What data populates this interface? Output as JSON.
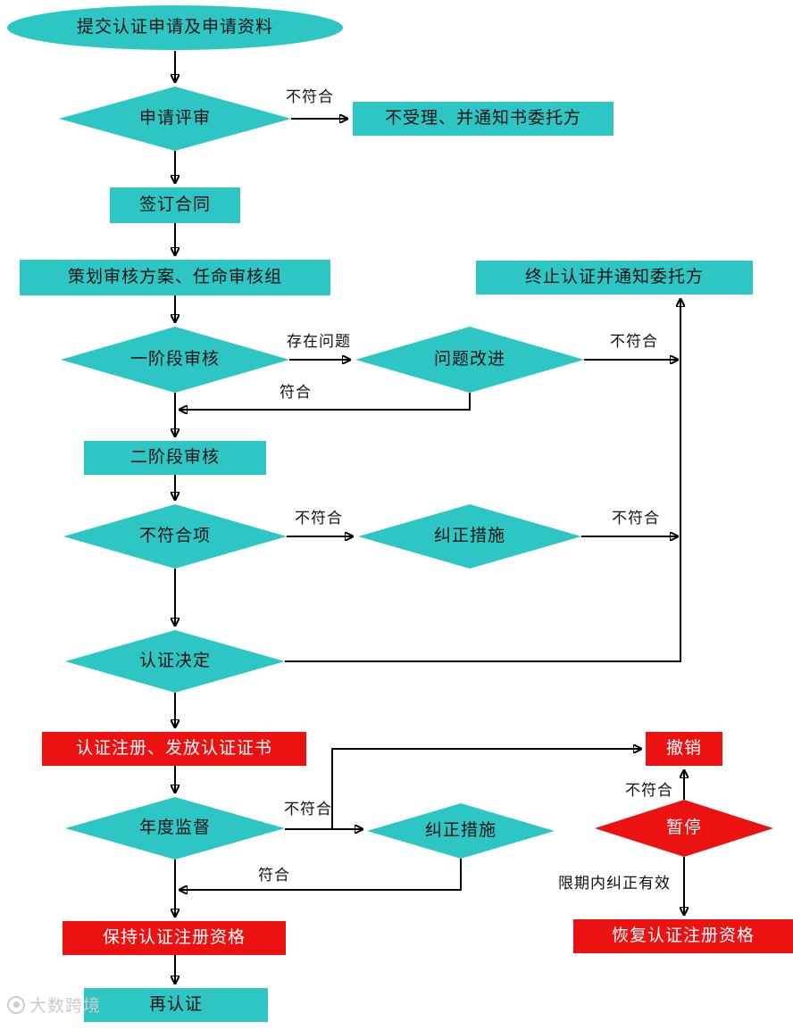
{
  "diagram": {
    "colors": {
      "teal": "#2EC5C5",
      "red": "#ED1212",
      "line": "#000000"
    },
    "nodes": {
      "submit": "提交认证申请及申请资料",
      "application_review": "申请评审",
      "not_accepted": "不受理、并通知书委托方",
      "sign_contract": "签订合同",
      "plan_audit": "策划审核方案、任命审核组",
      "stage1_audit": "一阶段审核",
      "problem_improve": "问题改进",
      "terminate": "终止认证并通知委托方",
      "stage2_audit": "二阶段审核",
      "nonconformity": "不符合项",
      "corrective_1": "纠正措施",
      "decision": "认证决定",
      "register": "认证注册、发放认证证书",
      "annual_supervision": "年度监督",
      "corrective_2": "纠正措施",
      "revoke": "撤销",
      "suspend": "暂停",
      "maintain": "保持认证注册资格",
      "restore": "恢复认证注册资格",
      "recertification": "再认证"
    },
    "labels": {
      "nonconform": "不符合",
      "problem_exists": "存在问题",
      "conform": "符合",
      "correction_valid": "限期内纠正有效"
    },
    "watermark": "大数跨境"
  }
}
